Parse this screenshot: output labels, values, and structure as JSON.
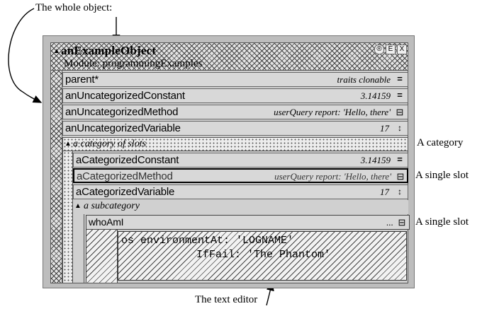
{
  "annotations": {
    "whole_object": "The whole object:",
    "category": "A category",
    "single_slot_1": "A single slot",
    "single_slot_2": "A single slot",
    "text_editor": "The text editor"
  },
  "object": {
    "title": "anExampleObject",
    "module": "Module: programmingExamples",
    "title_buttons": [
      "®",
      "E",
      "X"
    ]
  },
  "slots": [
    {
      "name": "parent*",
      "value": "traits clonable",
      "button": "="
    },
    {
      "name": "anUncategorizedConstant",
      "value": "3.14159",
      "button": "="
    },
    {
      "name": "anUncategorizedMethod",
      "value": "userQuery report: 'Hello, there'",
      "button": "⊟"
    },
    {
      "name": "anUncategorizedVariable",
      "value": "17",
      "button": "↕"
    }
  ],
  "category": {
    "label": "a category of slots",
    "slots": [
      {
        "name": "aCategorizedConstant",
        "value": "3.14159",
        "button": "="
      },
      {
        "name": "aCategorizedMethod",
        "value": "userQuery report: 'Hello, there'",
        "button": "⊟"
      },
      {
        "name": "aCategorizedVariable",
        "value": "17",
        "button": "↕"
      }
    ],
    "subcategory": {
      "label": "a subcategory",
      "slot": {
        "name": "whoAmI",
        "value": "...",
        "button": "⊟"
      },
      "editor_lines": [
        "os environmentAt: 'LOGNAME'",
        "IfFail: 'The Phantom'"
      ]
    }
  }
}
